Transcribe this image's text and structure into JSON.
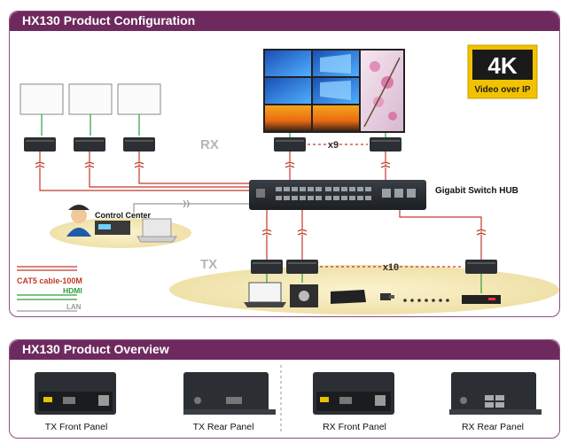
{
  "config": {
    "title": "HX130 Product Configuration",
    "badge_main": "4K",
    "badge_sub": "Video over IP",
    "rx_label": "RX",
    "tx_label": "TX",
    "rx_count": "x9",
    "tx_count": "x10",
    "switch_label": "Gigabit Switch HUB",
    "control_center": "Control Center",
    "legend": {
      "cat5": "CAT5 cable-100M",
      "hdmi": "HDMI",
      "lan": "LAN"
    }
  },
  "overview": {
    "title": "HX130 Product Overview",
    "panels": [
      {
        "caption": "TX Front Panel"
      },
      {
        "caption": "TX Rear Panel"
      },
      {
        "caption": "RX Front Panel"
      },
      {
        "caption": "RX Rear Panel"
      }
    ]
  },
  "colors": {
    "header": "#6e2a5f",
    "cat5": "#c0392b",
    "hdmi": "#2e9e3e",
    "lan": "#9a9a9a",
    "badge_bg": "#f2c200"
  }
}
